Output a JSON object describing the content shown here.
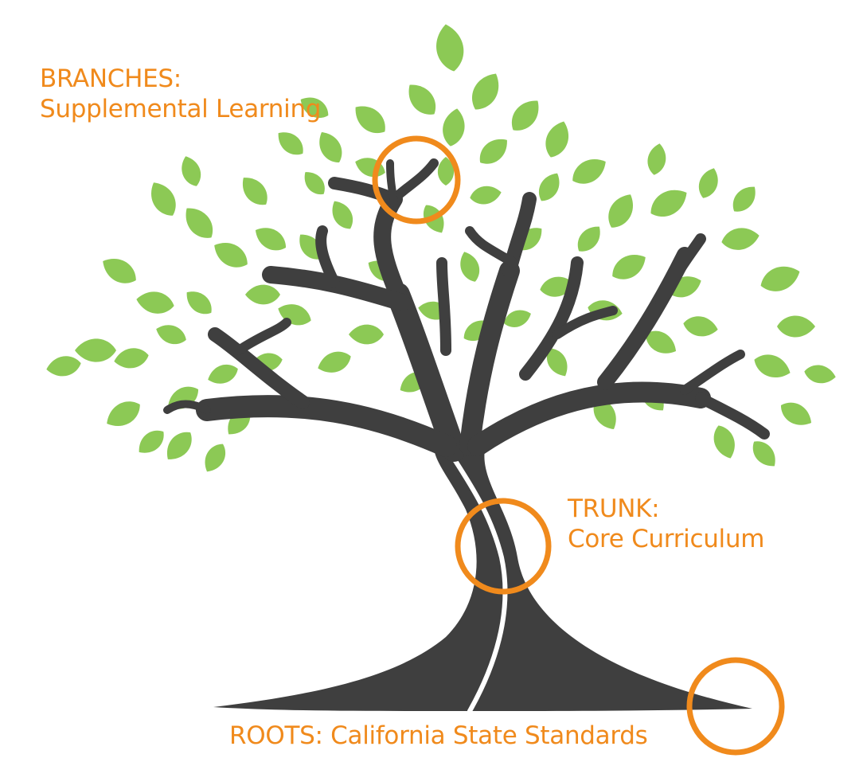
{
  "diagram": {
    "branches": {
      "title": "BRANCHES:",
      "subtitle": "Supplemental Learning"
    },
    "trunk": {
      "title": "TRUNK:",
      "subtitle": "Core Curriculum"
    },
    "roots": {
      "text": "ROOTS: California State Standards"
    }
  },
  "colors": {
    "leaf": "#8cc955",
    "trunk": "#3f3f3f",
    "accent": "#f08a1c",
    "background": "#ffffff"
  }
}
